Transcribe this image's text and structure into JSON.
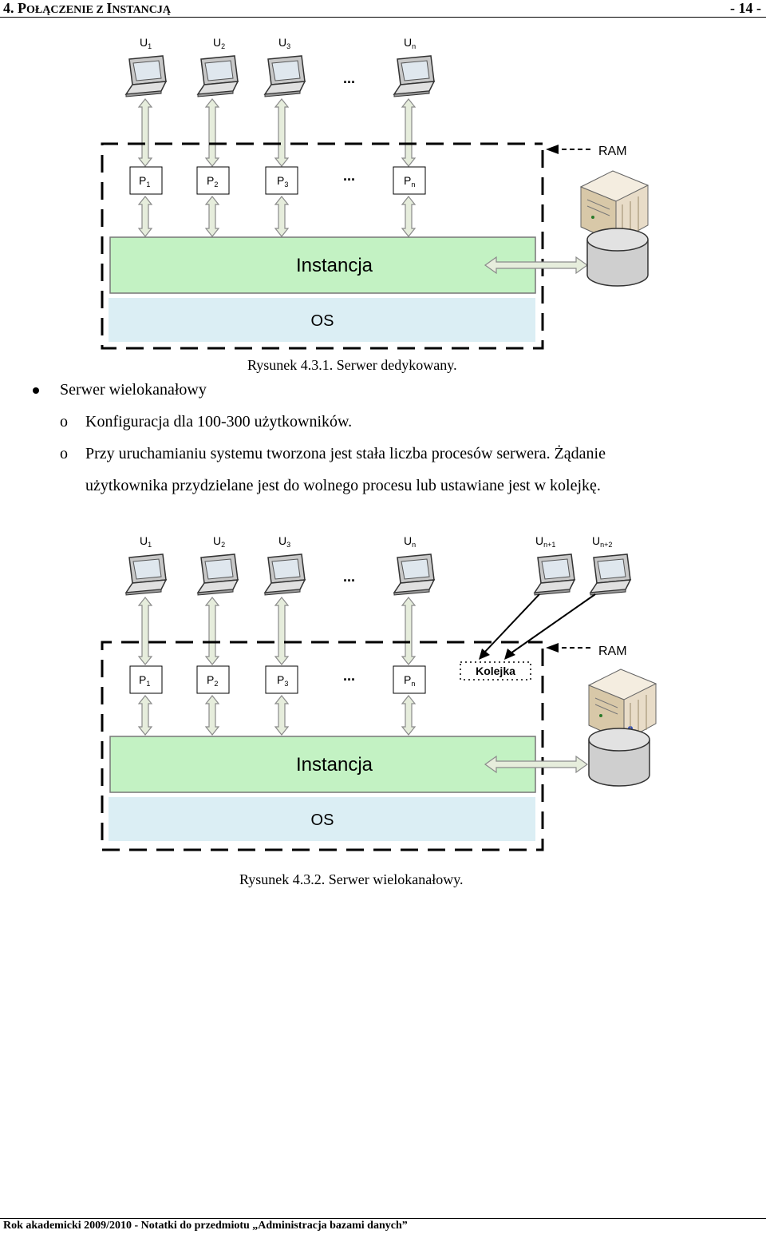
{
  "header": {
    "chapter_num": "4. ",
    "chapter_cap1": "P",
    "chapter_sc1": "OŁĄCZENIE Z ",
    "chapter_cap2": "I",
    "chapter_sc2": "NSTANCJĄ",
    "page_number": "- 14 -"
  },
  "figure1": {
    "users": [
      {
        "base": "U",
        "sub": "1"
      },
      {
        "base": "U",
        "sub": "2"
      },
      {
        "base": "U",
        "sub": "3"
      },
      {
        "base": "U",
        "sub": "n"
      }
    ],
    "processes": [
      {
        "base": "P",
        "sub": "1"
      },
      {
        "base": "P",
        "sub": "2"
      },
      {
        "base": "P",
        "sub": "3"
      },
      {
        "base": "P",
        "sub": "n"
      }
    ],
    "ellipsis": "...",
    "ram_label": "RAM",
    "instance_label": "Instancja",
    "os_label": "OS",
    "caption": "Rysunek 4.3.1.  Serwer dedykowany."
  },
  "text": {
    "bullet": "Serwer wielokanałowy",
    "sub_marker": "o",
    "item1": "Konfiguracja dla 100-300 użytkowników.",
    "item2_line1": "Przy uruchamianiu systemu tworzona jest stała liczba procesów serwera. Żądanie",
    "item2_line2": "użytkownika przydzielane jest do wolnego procesu lub ustawiane jest w kolejkę."
  },
  "figure2": {
    "users": [
      {
        "base": "U",
        "sub": "1"
      },
      {
        "base": "U",
        "sub": "2"
      },
      {
        "base": "U",
        "sub": "3"
      },
      {
        "base": "U",
        "sub": "n"
      },
      {
        "base": "U",
        "sub": "n+1"
      },
      {
        "base": "U",
        "sub": "n+2"
      }
    ],
    "processes": [
      {
        "base": "P",
        "sub": "1"
      },
      {
        "base": "P",
        "sub": "2"
      },
      {
        "base": "P",
        "sub": "3"
      },
      {
        "base": "P",
        "sub": "n"
      }
    ],
    "ellipsis": "...",
    "queue_label": "Kolejka",
    "ram_label": "RAM",
    "instance_label": "Instancja",
    "os_label": "OS",
    "caption": "Rysunek 4.3.2.  Serwer wielokanałowy."
  },
  "footer": {
    "text": "Rok akademicki  2009/2010 - Notatki do przedmiotu „Administracja bazami danych”"
  },
  "colors": {
    "instance_fill": "#c3f2c3",
    "os_fill": "#dbeef4",
    "arrow_fill": "#e6eddc",
    "arrow_stroke": "#8a8a8a",
    "disk_fill": "#d9d9d9",
    "server_fill": "#e8dcc8"
  },
  "icons": {
    "user_terminal": "laptop-icon",
    "server": "server-icon",
    "disk": "database-disk-icon"
  }
}
